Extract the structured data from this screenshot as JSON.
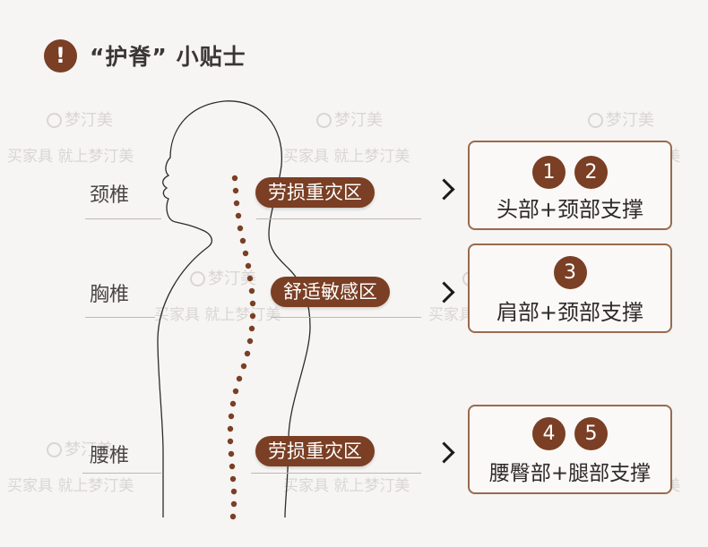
{
  "header": {
    "title": "“护脊” 小贴士",
    "icon": "exclamation-icon",
    "icon_glyph": "!"
  },
  "watermark": {
    "brand": "梦汀美",
    "slogan": "买家具  就上梦汀美"
  },
  "rows": [
    {
      "label": "颈椎",
      "pill": "劳损重灾区",
      "card_numbers": [
        "1",
        "2"
      ],
      "card_text": "头部+颈部支撑"
    },
    {
      "label": "胸椎",
      "pill": "舒适敏感区",
      "card_numbers": [
        "3"
      ],
      "card_text": "肩部+颈部支撑"
    },
    {
      "label": "腰椎",
      "pill": "劳损重灾区",
      "card_numbers": [
        "4",
        "5"
      ],
      "card_text": "腰臀部+腿部支撑"
    }
  ],
  "colors": {
    "accent": "#7a3f24",
    "card_border": "#9a6a4e",
    "background": "#f6f5f3"
  }
}
